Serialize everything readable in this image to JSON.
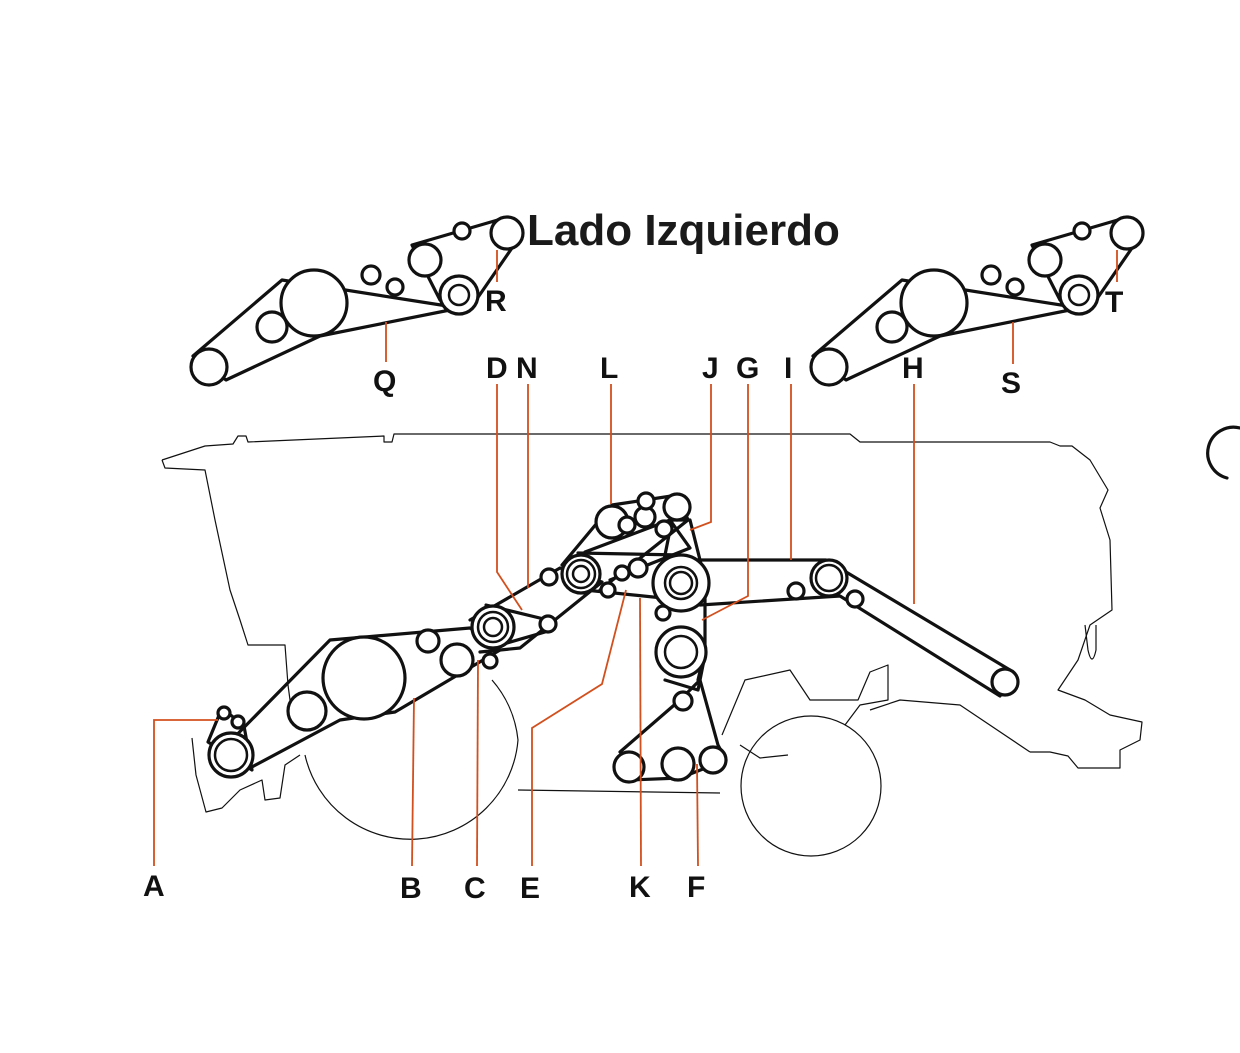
{
  "title": "Lado Izquierdo",
  "colors": {
    "leader": "#d2501e",
    "line": "#111111",
    "background": "#ffffff"
  },
  "labels": {
    "A": "A",
    "B": "B",
    "C": "C",
    "D": "D",
    "E": "E",
    "F": "F",
    "G": "G",
    "H": "H",
    "I": "I",
    "J": "J",
    "K": "K",
    "L": "L",
    "N": "N",
    "Q": "Q",
    "R": "R",
    "S": "S",
    "T": "T"
  }
}
